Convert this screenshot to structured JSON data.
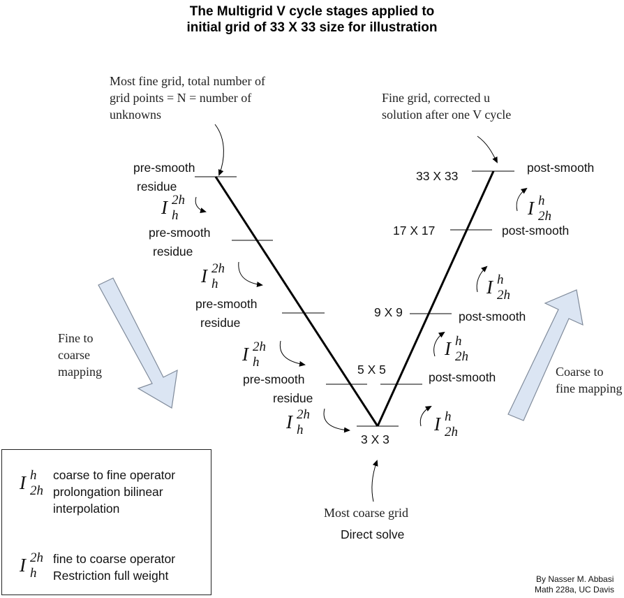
{
  "title": {
    "line1": "The Multigrid V cycle stages applied to",
    "line2": "initial grid of 33 X 33 size for illustration"
  },
  "notes": {
    "fine_top": "Most fine grid, total number of grid points = N = number of unknowns",
    "fine_corrected": "Fine grid, corrected u solution after one V cycle",
    "coarse_bottom": "Most coarse grid",
    "direct_solve": "Direct solve",
    "fine_to_coarse": "Fine to coarse mapping",
    "coarse_to_fine": "Coarse to fine mapping"
  },
  "left_stages": [
    {
      "smooth": "pre-smooth",
      "residue": "residue"
    },
    {
      "smooth": "pre-smooth",
      "residue": "residue"
    },
    {
      "smooth": "pre-smooth",
      "residue": "residue"
    },
    {
      "smooth": "pre-smooth",
      "residue": "residue"
    }
  ],
  "right_stages": [
    {
      "size": "33 X 33",
      "smooth": "post-smooth"
    },
    {
      "size": "17 X 17",
      "smooth": "post-smooth"
    },
    {
      "size": "9 X 9",
      "smooth": "post-smooth"
    },
    {
      "size": "5 X 5",
      "smooth": "post-smooth"
    }
  ],
  "bottom_size": "3 X 3",
  "operators": {
    "restriction": {
      "base": "I",
      "sup": "2h",
      "sub": "h"
    },
    "prolongation": {
      "base": "I",
      "sup": "h",
      "sub": "2h"
    }
  },
  "legend": {
    "prolongation_text": "coarse to fine operator prolongation bilinear interpolation",
    "restriction_text": "fine to coarse operator Restriction full weight"
  },
  "credit": {
    "line1": "By Nasser M. Abbasi",
    "line2": "Math 228a, UC Davis"
  },
  "colors": {
    "arrow_fill": "#dbe5f3",
    "arrow_stroke": "#7f8a9a",
    "line": "#000000"
  }
}
